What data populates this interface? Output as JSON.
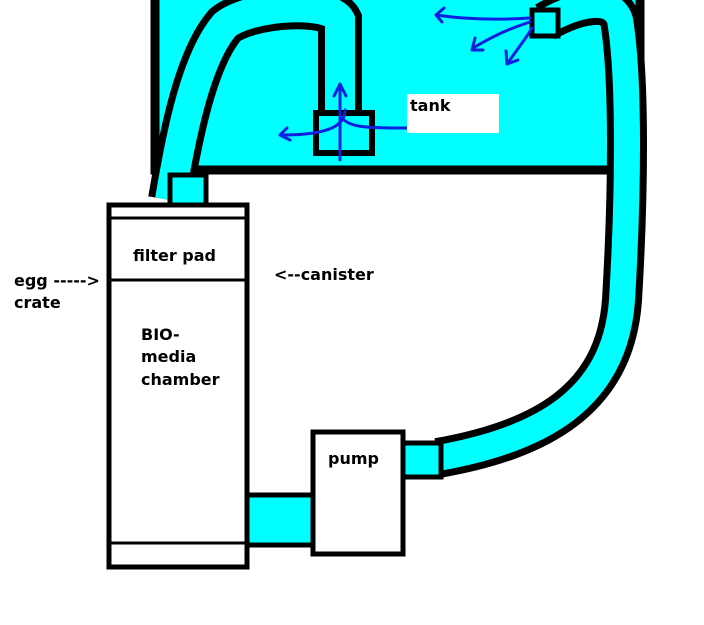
{
  "labels": {
    "tank": "tank",
    "filter_pad": "filter pad",
    "canister": "<--canister",
    "egg_line1": "egg ----->",
    "egg_line2": "crate",
    "bio_line1": "BIO-",
    "bio_line2": "media",
    "bio_line3": "chamber",
    "pump": "pump"
  },
  "colors": {
    "water": "#00ffff",
    "outline": "#000000",
    "flow_arrows": "#1020e0",
    "background": "#ffffff",
    "tank_label_bg": "#ffffff"
  }
}
